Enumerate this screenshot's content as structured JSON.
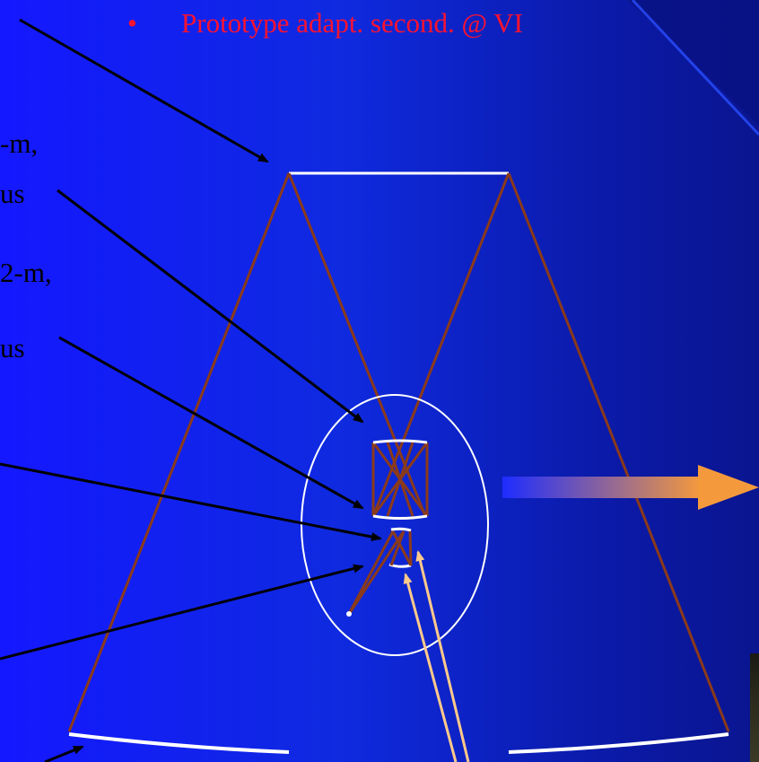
{
  "slide": {
    "bullet_symbol": "•",
    "bullet_text": "Prototype adapt. second. @ VI",
    "left_fragments": [
      "-m,",
      "us",
      "2-m,",
      "us"
    ]
  },
  "colors": {
    "background_left": "#1418ff",
    "background_right": "#0a158f",
    "bullet_text": "#ff1230",
    "ray_lines": "#8b3a1a",
    "mirrors": "#ffffff",
    "pointer_arrows": "#000000",
    "highlight_arrows": "#ffc98a",
    "gradient_arrow_start": "#1e2cff",
    "gradient_arrow_end": "#f59a3c"
  }
}
